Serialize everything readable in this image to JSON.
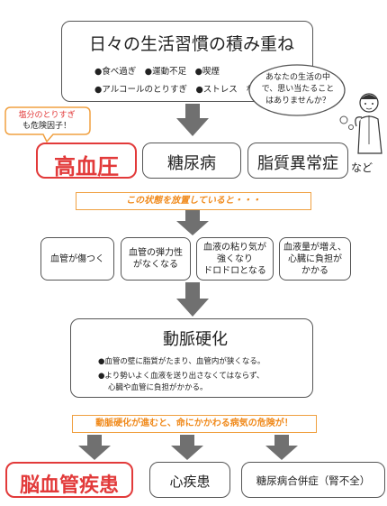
{
  "colors": {
    "accent": "#f08a1c",
    "danger": "#e23a3a",
    "arrow": "#707070",
    "line": "#555555"
  },
  "top": {
    "title": "日々の生活習慣の積み重ね",
    "row1": "●食べ過ぎ　●運動不足　●喫煙",
    "row2": "●アルコールのとりすぎ　●ストレス　など"
  },
  "callout_left": {
    "line1": "塩分のとりすぎ",
    "line2": "も危険因子！"
  },
  "callout_right": {
    "line1": "あなたの生活の中",
    "line2": "で、思い当たること",
    "line3": "はありませんか？"
  },
  "diseases1": {
    "item1": "高血圧",
    "item2": "糖尿病",
    "item3": "脂質異常症",
    "suffix": "など"
  },
  "banner1": "この状態を放置していると・・・",
  "effects": [
    {
      "line1": "血管が傷つく",
      "line2": "",
      "line3": ""
    },
    {
      "line1": "血管の弾力性",
      "line2": "がなくなる",
      "line3": ""
    },
    {
      "line1": "血液の粘り気が",
      "line2": "強くなり",
      "line3": "ドロドロとなる"
    },
    {
      "line1": "血液量が増え、",
      "line2": "心臓に負担が",
      "line3": "かかる"
    }
  ],
  "middle": {
    "title": "動脈硬化",
    "bullet1": "●血管の壁に脂質がたまり、血管内が狭くなる。",
    "bullet2": "●より勢いよく血液を送り出さなくてはならず、",
    "bullet2b": "心臓や血管に負担がかかる。"
  },
  "banner2": "動脈硬化が進むと、命にかかわる病気の危険が！",
  "diseases2": {
    "item1": "脳血管疾患",
    "item2": "心疾患",
    "item3": "糖尿病合併症（腎不全）"
  }
}
